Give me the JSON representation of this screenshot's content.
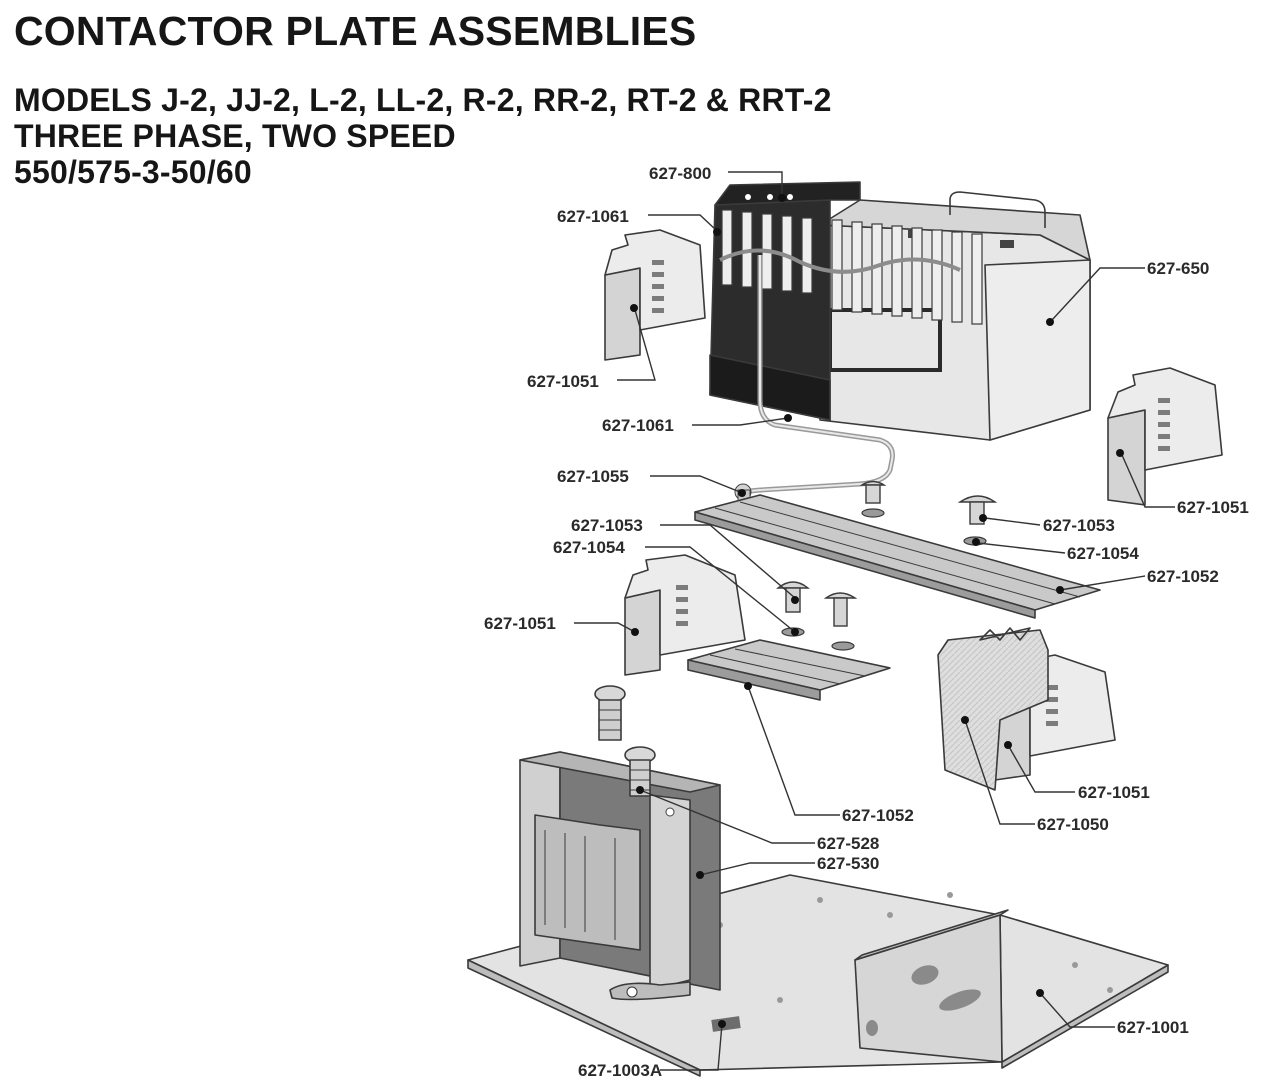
{
  "header": {
    "title": "CONTACTOR PLATE ASSEMBLIES",
    "models": "MODELS J-2, JJ-2, L-2, LL-2, R-2, RR-2, RT-2 & RRT-2",
    "phase": "THREE PHASE, TWO SPEED",
    "voltage": "550/575-3-50/60"
  },
  "callouts": {
    "c800": "627-800",
    "c1061a": "627-1061",
    "c650": "627-650",
    "c1051a": "627-1051",
    "c1061b": "627-1061",
    "c1051b": "627-1051",
    "c1055": "627-1055",
    "c1053a": "627-1053",
    "c1053b": "627-1053",
    "c1054a": "627-1054",
    "c1054b": "627-1054",
    "c1052a": "627-1052",
    "c1051c": "627-1051",
    "c1052b": "627-1052",
    "c1051d": "627-1051",
    "c1050": "627-1050",
    "c528": "627-528",
    "c530": "627-530",
    "c1001": "627-1001",
    "c1003a": "627-1003A"
  }
}
